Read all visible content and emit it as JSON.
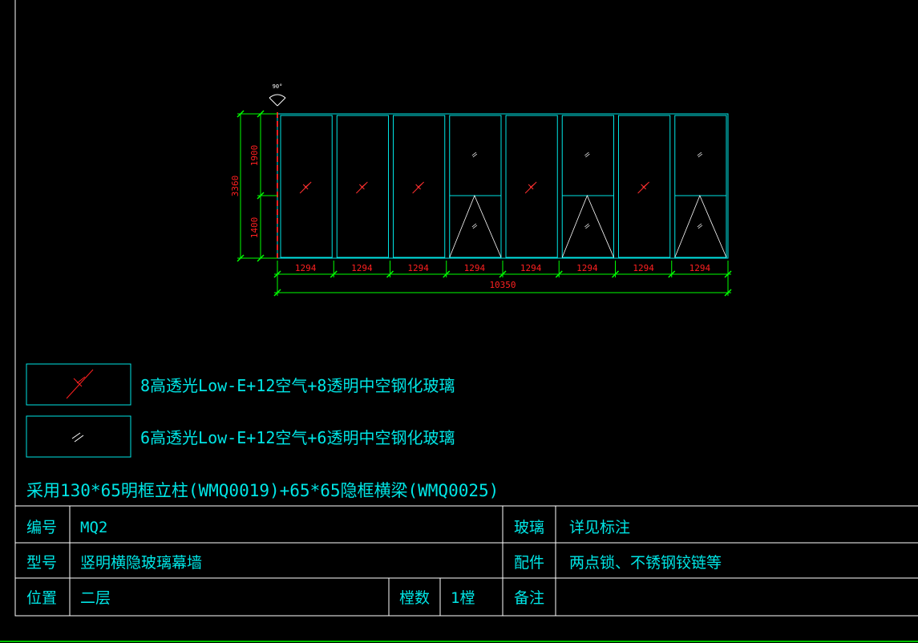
{
  "drawing": {
    "swing_angle": "90°",
    "total_height": "3360",
    "upper_height": "1900",
    "lower_height": "1400",
    "total_width": "10350",
    "panels": [
      {
        "width": "1294",
        "type": "A"
      },
      {
        "width": "1294",
        "type": "A"
      },
      {
        "width": "1294",
        "type": "A"
      },
      {
        "width": "1294",
        "type": "B"
      },
      {
        "width": "1294",
        "type": "A"
      },
      {
        "width": "1294",
        "type": "B"
      },
      {
        "width": "1294",
        "type": "A"
      },
      {
        "width": "1294",
        "type": "B"
      }
    ],
    "colors": {
      "frame": "#00e5e5",
      "dim": "#00ff00",
      "dim_text": "#ff2020",
      "mark": "#ff3030",
      "hinge": "#ff2020"
    }
  },
  "legend": {
    "item1": "8高透光Low-E+12空气+8透明中空钢化玻璃",
    "item2": "6高透光Low-E+12空气+6透明中空钢化玻璃"
  },
  "note": "采用130*65明框立柱(WMQ0019)+65*65隐框横梁(WMQ0025)",
  "table": {
    "label_number": "编号",
    "value_number": "MQ2",
    "label_glass": "玻璃",
    "value_glass": "详见标注",
    "label_type": "型号",
    "value_type": "竖明横隐玻璃幕墙",
    "label_fittings": "配件",
    "value_fittings": "两点锁、不锈钢铰链等",
    "label_position": "位置",
    "value_position": "二层",
    "label_count": "樘数",
    "value_count": "1樘",
    "label_remark": "备注",
    "value_remark": ""
  }
}
